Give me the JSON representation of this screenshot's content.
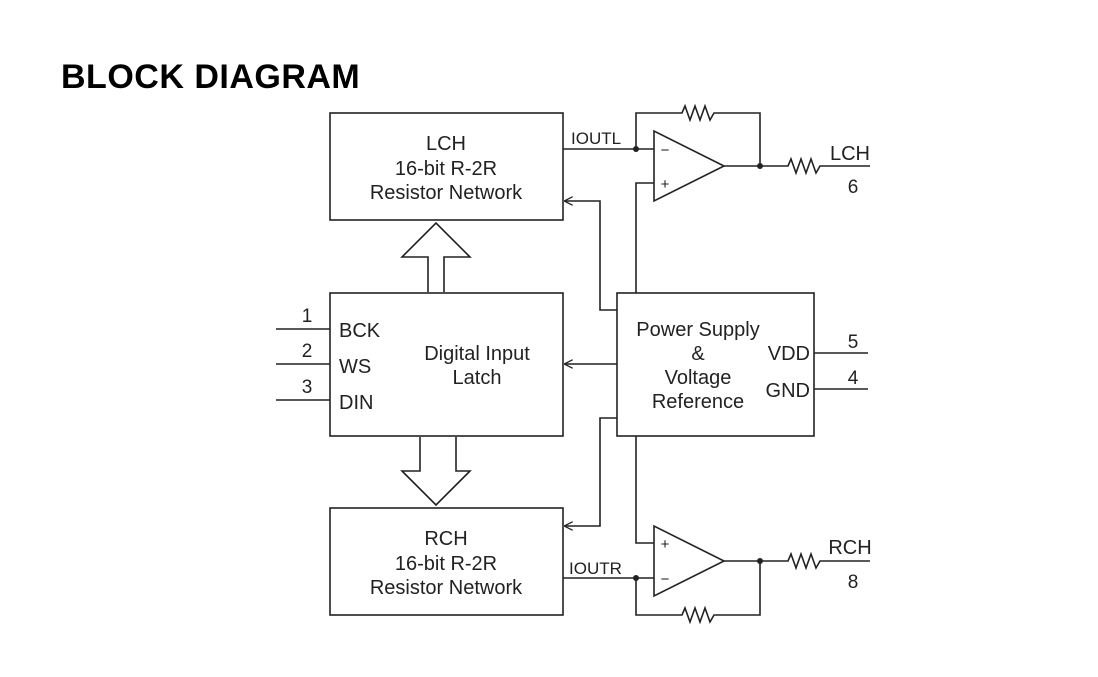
{
  "title": "BLOCK DIAGRAM",
  "lch_block": {
    "line1": "LCH",
    "line2": "16-bit R-2R",
    "line3": "Resistor Network"
  },
  "rch_block": {
    "line1": "RCH",
    "line2": "16-bit R-2R",
    "line3": "Resistor Network"
  },
  "latch_block": {
    "line1": "Digital Input",
    "line2": "Latch",
    "inputs": [
      {
        "pin": "1",
        "label": "BCK"
      },
      {
        "pin": "2",
        "label": "WS"
      },
      {
        "pin": "3",
        "label": "DIN"
      }
    ]
  },
  "power_block": {
    "line1": "Power Supply",
    "line2": "&",
    "line3": "Voltage",
    "line4": "Reference",
    "vdd": {
      "label": "VDD",
      "pin": "5"
    },
    "gnd": {
      "label": "GND",
      "pin": "4"
    }
  },
  "left_output": {
    "signal": "IOUTL",
    "label": "LCH",
    "pin": "6"
  },
  "right_output": {
    "signal": "IOUTR",
    "label": "RCH",
    "pin": "8"
  },
  "opamp_signs": {
    "minus": "−",
    "plus": "+"
  }
}
